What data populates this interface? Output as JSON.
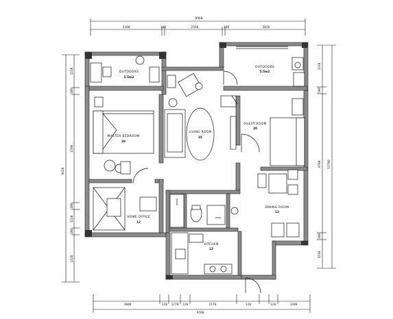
{
  "dimensions": {
    "top_total": "9960",
    "top_segments": [
      "3200",
      "100",
      "2580",
      "100",
      "3010"
    ],
    "bottom_total": "9700",
    "bottom_segments": [
      "3000",
      "120",
      "1270",
      "120",
      "2170",
      "120",
      "120",
      "1300"
    ],
    "left_total": "9420",
    "left_segments": [
      "1520",
      "100",
      "4700",
      "100",
      "1510",
      "100",
      "1520"
    ],
    "right_total": "11700",
    "right_segments": [
      "1520",
      "100",
      "4700",
      "100",
      "1510"
    ]
  },
  "rooms": [
    {
      "label": "OUTDOORS",
      "area": "5.5m2"
    },
    {
      "label": "OUTDOORS",
      "area": "5.5m2"
    },
    {
      "label": "MASTER BEDROOM",
      "area": "20"
    },
    {
      "label": "LIVING ROOM",
      "area": "35"
    },
    {
      "label": "GUEST ROOM",
      "area": "20"
    },
    {
      "label": "DINING ROOM",
      "area": "12"
    },
    {
      "label": "HOME OFFICE",
      "area": "12"
    },
    {
      "label": "KITCHEN",
      "area": "12"
    }
  ]
}
